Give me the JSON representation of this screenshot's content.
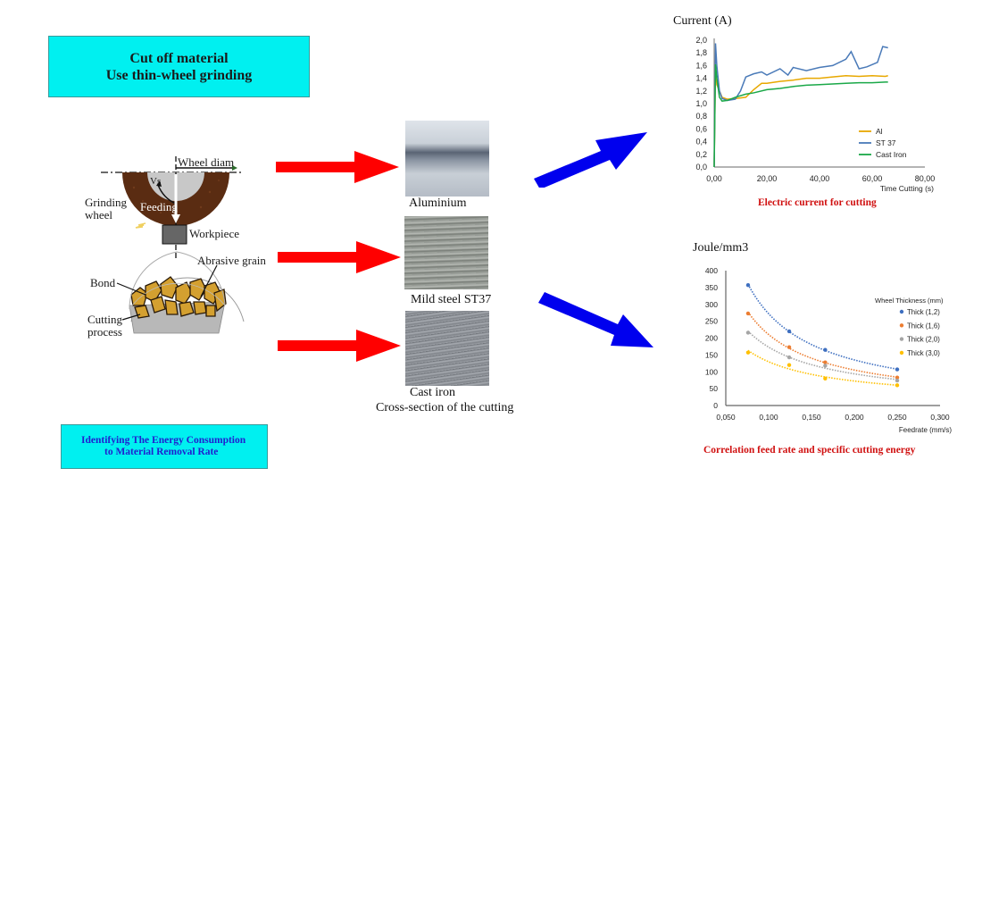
{
  "title_box": {
    "line1": "Cut off material",
    "line2": "Use thin-wheel grinding",
    "bg_color": "#00f0f0"
  },
  "info_box": {
    "line1": "Identifying The Energy Consumption",
    "line2": "to Material Removal Rate",
    "text_color": "#2020d0"
  },
  "grinding_diagram": {
    "labels": {
      "wheel_diam": "Wheel diam",
      "vs": "Vs",
      "feeding": "Feeding",
      "grinding_wheel_1": "Grinding",
      "grinding_wheel_2": "wheel",
      "workpiece": "Workpiece",
      "abrasive_grain": "Abrasive grain",
      "bond": "Bond",
      "cutting_1": "Cutting",
      "cutting_2": "process"
    }
  },
  "samples": [
    {
      "caption": "Aluminium"
    },
    {
      "caption": "Mild steel ST37"
    },
    {
      "caption": "Cast iron"
    }
  ],
  "samples_caption": "Cross-section of the cutting",
  "colors": {
    "red_arrow": "#ff0000",
    "blue_arrow": "#0000ee",
    "caption_red": "#d01010"
  },
  "chart_data": [
    {
      "type": "line",
      "title": "Electric current for cutting",
      "ylabel": "Current (A)",
      "xlabel": "Time Cutting (s)",
      "xlim": [
        0,
        80
      ],
      "ylim": [
        0,
        2.0
      ],
      "x_ticks": [
        "0,00",
        "20,00",
        "40,00",
        "60,00",
        "80,00"
      ],
      "y_ticks": [
        "0,0",
        "0,2",
        "0,4",
        "0,6",
        "0,8",
        "1,0",
        "1,2",
        "1,4",
        "1,6",
        "1,8",
        "2,0"
      ],
      "grid": false,
      "legend_position": "right-inside",
      "series": [
        {
          "name": "Al",
          "color": "#e8a800",
          "x": [
            0,
            0.5,
            1,
            2,
            3,
            5,
            8,
            12,
            15,
            18,
            20,
            25,
            30,
            35,
            40,
            45,
            50,
            55,
            60,
            65,
            66
          ],
          "values": [
            0,
            1.6,
            1.3,
            1.2,
            1.1,
            1.07,
            1.08,
            1.1,
            1.22,
            1.32,
            1.32,
            1.35,
            1.37,
            1.4,
            1.4,
            1.42,
            1.44,
            1.43,
            1.44,
            1.43,
            1.44
          ]
        },
        {
          "name": "ST 37",
          "color": "#4a7ab8",
          "x": [
            0,
            0.5,
            1,
            2,
            3,
            5,
            8,
            10,
            12,
            15,
            18,
            20,
            25,
            28,
            30,
            35,
            40,
            45,
            50,
            52,
            55,
            58,
            62,
            64,
            66
          ],
          "values": [
            0,
            1.95,
            1.6,
            1.2,
            1.08,
            1.05,
            1.07,
            1.2,
            1.42,
            1.47,
            1.5,
            1.45,
            1.55,
            1.45,
            1.57,
            1.52,
            1.57,
            1.6,
            1.7,
            1.82,
            1.55,
            1.58,
            1.65,
            1.9,
            1.88
          ]
        },
        {
          "name": "Cast Iron",
          "color": "#1aa848",
          "x": [
            0,
            0.5,
            1,
            2,
            3,
            5,
            8,
            12,
            15,
            20,
            25,
            30,
            35,
            40,
            45,
            50,
            55,
            60,
            65,
            66
          ],
          "values": [
            0,
            1.62,
            1.4,
            1.1,
            1.04,
            1.05,
            1.1,
            1.15,
            1.17,
            1.22,
            1.24,
            1.27,
            1.29,
            1.3,
            1.31,
            1.32,
            1.33,
            1.33,
            1.34,
            1.34
          ]
        }
      ]
    },
    {
      "type": "scatter",
      "title": "Correlation feed rate and specific cutting energy",
      "ylabel": "Joule/mm3",
      "xlabel": "Feedrate (mm/s)",
      "xlim": [
        0.05,
        0.3
      ],
      "ylim": [
        0,
        400
      ],
      "x_ticks": [
        "0,050",
        "0,100",
        "0,150",
        "0,200",
        "0,250",
        "0,300"
      ],
      "y_ticks": [
        "0",
        "50",
        "100",
        "150",
        "200",
        "250",
        "300",
        "350",
        "400"
      ],
      "grid": false,
      "trendlines": "dotted power fit",
      "legend_title": "Wheel Thickness (mm)",
      "legend_position": "right-inside",
      "x": [
        0.076,
        0.124,
        0.166,
        0.25
      ],
      "series": [
        {
          "name": "Thick (1,2)",
          "color": "#3e6fc0",
          "values": [
            357,
            220,
            165,
            107
          ]
        },
        {
          "name": "Thick (1,6)",
          "color": "#ec7d31",
          "values": [
            273,
            173,
            128,
            83
          ]
        },
        {
          "name": "Thick (2,0)",
          "color": "#a5a5a5",
          "values": [
            216,
            143,
            118,
            74
          ]
        },
        {
          "name": "Thick (3,0)",
          "color": "#ffc000",
          "values": [
            157,
            120,
            80,
            60
          ]
        }
      ]
    }
  ]
}
